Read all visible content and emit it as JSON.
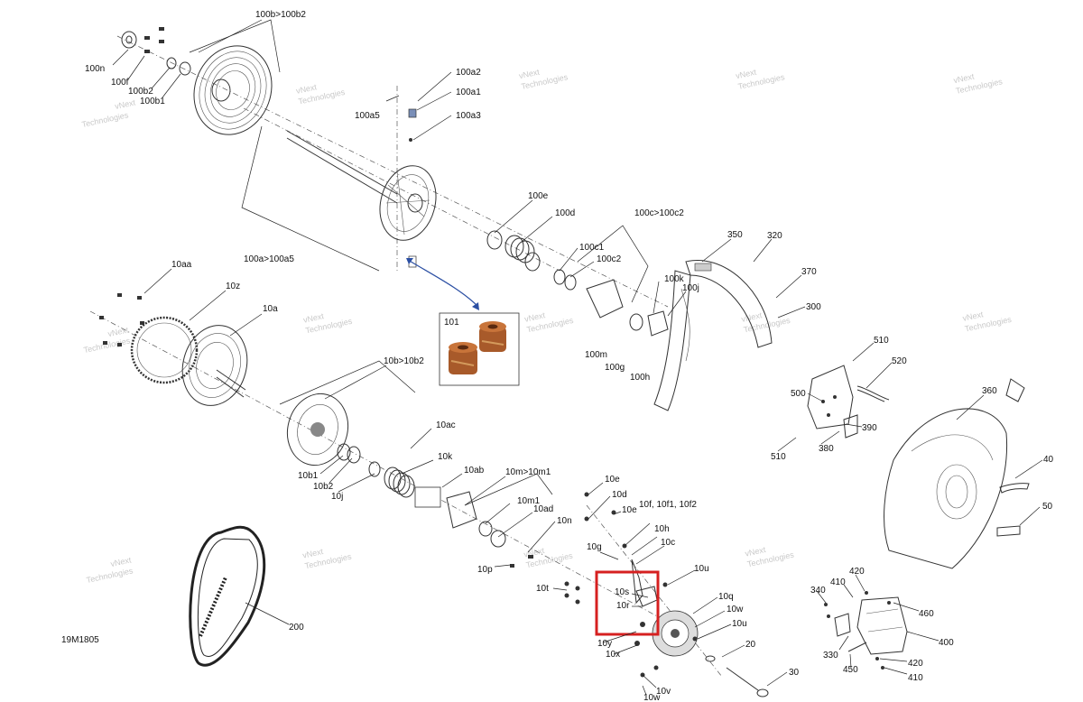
{
  "diagram_code": "19M1805",
  "watermark_text": [
    "vNext",
    "Technologies"
  ],
  "inset_label": "101",
  "highlight_color": "#d62020",
  "callout_arrow_color": "#2b4fa3",
  "labels": {
    "100b_100b2": "100b>100b2",
    "100n": "100n",
    "100f": "100f",
    "100b2": "100b2",
    "100b1": "100b1",
    "100a2": "100a2",
    "100a1": "100a1",
    "100a5": "100a5",
    "100a3": "100a3",
    "100a_100a5": "100a>100a5",
    "100e": "100e",
    "100d": "100d",
    "100c_100c2": "100c>100c2",
    "100c1": "100c1",
    "100c2": "100c2",
    "100k": "100k",
    "100j": "100j",
    "100m": "100m",
    "100g": "100g",
    "100h": "100h",
    "10aa": "10aa",
    "10z": "10z",
    "10a": "10a",
    "10b_10b2": "10b>10b2",
    "10ac": "10ac",
    "10k": "10k",
    "10ab": "10ab",
    "10m_10m1": "10m>10m1",
    "10m1": "10m1",
    "10ad": "10ad",
    "10n": "10n",
    "10b1": "10b1",
    "10b2": "10b2",
    "10j": "10j",
    "10p": "10p",
    "10e_top": "10e",
    "10d": "10d",
    "10e_mid": "10e",
    "10f": "10f, 10f1, 10f2",
    "10h": "10h",
    "10g": "10g",
    "10c": "10c",
    "10t": "10t",
    "10s": "10s",
    "10r": "10r",
    "10u_top": "10u",
    "10q": "10q",
    "10w_right": "10w",
    "10u_right": "10u",
    "10y": "10y",
    "10x": "10x",
    "10v": "10v",
    "10w_bottom": "10w",
    "20": "20",
    "30": "30",
    "200": "200",
    "350": "350",
    "320": "320",
    "370": "370",
    "300": "300",
    "510_top": "510",
    "520": "520",
    "500": "500",
    "390": "390",
    "380": "380",
    "510_bottom": "510",
    "360": "360",
    "40": "40",
    "50": "50",
    "340": "340",
    "410_top": "410",
    "420_top": "420",
    "460": "460",
    "400": "400",
    "330": "330",
    "450": "450",
    "420_bottom": "420",
    "410_bottom": "410"
  }
}
